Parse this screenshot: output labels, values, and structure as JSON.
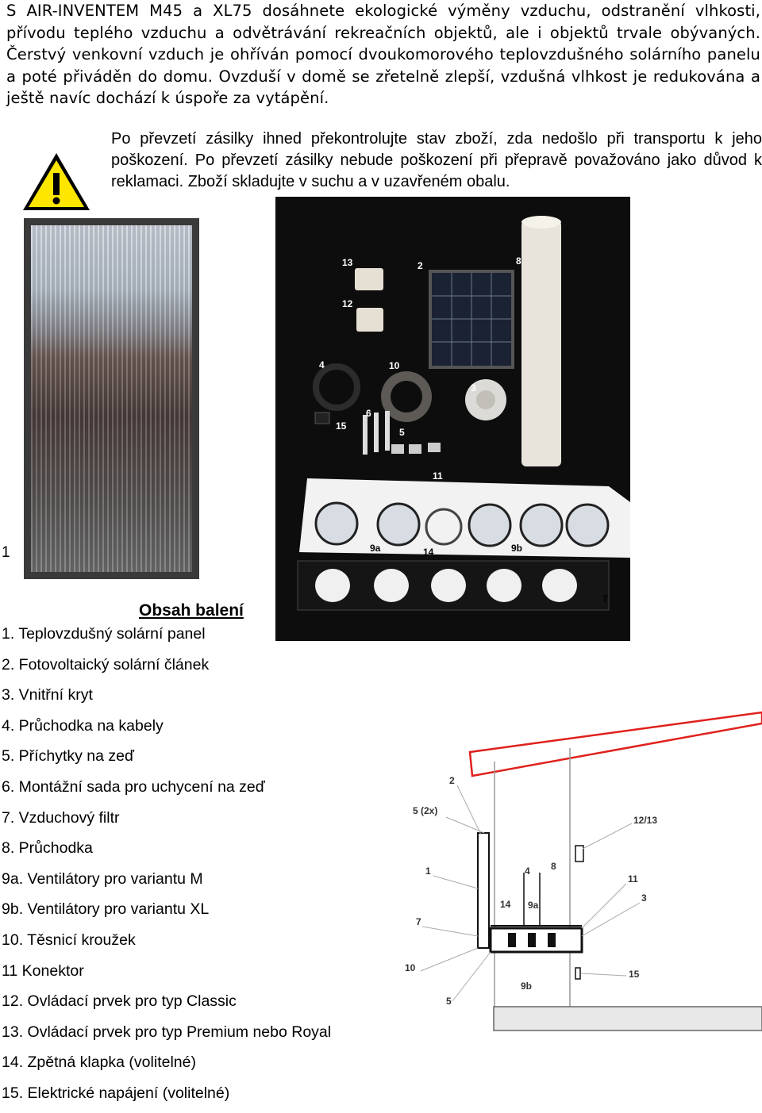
{
  "intro_text": "S AIR-INVENTEM M45 a XL75 dosáhnete ekologické výměny vzduchu, odstranění vlhkosti, přívodu teplého vzduchu a odvětrávání rekreačních objektů, ale i objektů trvale obývaných. Čerstvý venkovní vzduch je ohříván pomocí dvoukomorového teplovzdušného solárního panelu a poté přiváděn do domu. Ovzduší v domě se zřetelně zlepší, vzdušná vlhkost je redukována a ještě navíc dochází k úspoře za vytápění.",
  "warning": {
    "icon": "warning-triangle-icon",
    "color": "#FFE600",
    "text": "Po převzetí zásilky ihned překontrolujte stav zboží, zda nedošlo při transportu k jeho poškození. Po převzetí zásilky nebude poškození při přepravě považováno jako důvod k reklamaci. Zboží skladujte v suchu a v uzavřeném obalu."
  },
  "panel_photo": {
    "label": "1"
  },
  "parts_photo": {
    "labels": [
      "13",
      "2",
      "8",
      "12",
      "4",
      "10",
      "3",
      "6",
      "15",
      "5",
      "11",
      "9a",
      "14",
      "9b",
      "7"
    ]
  },
  "contents": {
    "title": "Obsah balení",
    "items": [
      "1. Teplovzdušný solární panel",
      "2. Fotovoltaický solární článek",
      "3. Vnitřní kryt",
      "4. Průchodka na kabely",
      "5. Příchytky na zeď",
      "6. Montážní sada pro uchycení na zeď",
      "7. Vzduchový filtr",
      "8. Průchodka",
      "9a. Ventilátory pro variantu M",
      "9b. Ventilátory pro variantu XL",
      "10. Těsnicí kroužek",
      "11 Konektor",
      "12. Ovládací prvek pro typ Classic",
      "13. Ovládací prvek pro typ Premium nebo Royal",
      "14. Zpětná klapka (volitelné)",
      "15. Elektrické napájení (volitelné)"
    ]
  },
  "diagram": {
    "labels": [
      "2",
      "5 (2x)",
      "12/13",
      "1",
      "4",
      "8",
      "11",
      "3",
      "14",
      "9a",
      "7",
      "10",
      "9b",
      "15",
      "5"
    ],
    "roof_color": "#E0201C"
  }
}
